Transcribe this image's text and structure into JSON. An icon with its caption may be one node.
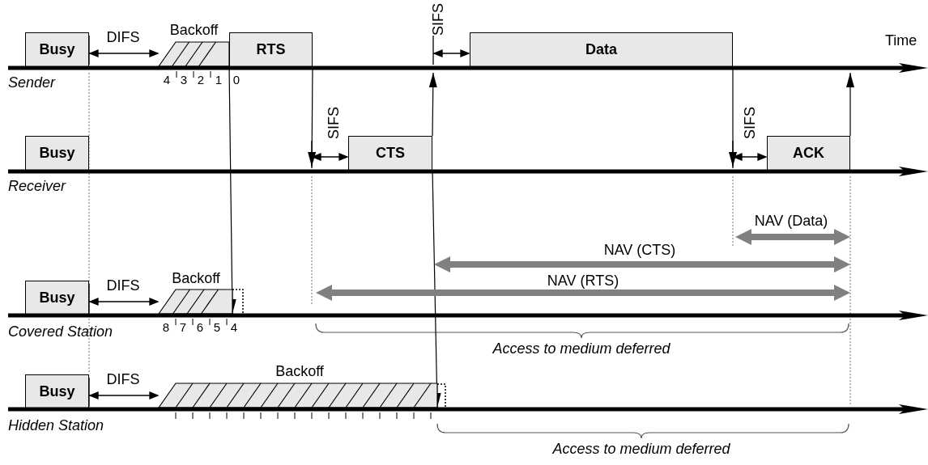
{
  "diagram": {
    "nodes": [
      {
        "text": [
          "Busy"
        ]
      },
      {
        "text": [
          "Backoff"
        ],
        "beside": [
          "4",
          "3",
          "2",
          "1",
          "0"
        ]
      },
      {
        "text": [
          "RTS"
        ]
      },
      {
        "text": [
          "Data"
        ]
      },
      {
        "text": [],
        "shape": "bar",
        "beside": [
          "Sender",
          "Time"
        ]
      },
      {
        "text": [
          "Busy"
        ]
      },
      {
        "text": [
          "CTS"
        ]
      },
      {
        "text": [
          "ACK"
        ]
      },
      {
        "text": [],
        "shape": "bar",
        "beside": [
          "Receiver"
        ]
      },
      {
        "text": [
          "NAV (Data)"
        ]
      },
      {
        "text": [
          "NAV (CTS)"
        ]
      },
      {
        "text": [
          "NAV (RTS)"
        ]
      },
      {
        "text": [
          "Busy"
        ]
      },
      {
        "text": [
          "Backoff"
        ],
        "beside": [
          "8",
          "7",
          "6",
          "5",
          "4"
        ]
      },
      {
        "text": [],
        "shape": "bar",
        "beside": [
          "Covered Station"
        ]
      },
      {
        "text": [
          "Busy"
        ]
      },
      {
        "text": [
          "Backoff"
        ]
      },
      {
        "text": [],
        "shape": "bar",
        "beside": [
          "Hidden Station"
        ]
      }
    ],
    "edges": [
      {
        "from": 2,
        "to": 8,
        "arrow": "to"
      },
      {
        "from": 2,
        "to": 13,
        "arrow": "to"
      },
      {
        "from": 6,
        "to": 4,
        "arrow": "to"
      },
      {
        "from": 6,
        "to": 16,
        "arrow": "to"
      },
      {
        "from": 3,
        "to": 8,
        "arrow": "to"
      },
      {
        "from": 7,
        "to": 4,
        "arrow": "to"
      }
    ],
    "labels": [
      "DIFS",
      "SIFS",
      "SIFS",
      "SIFS",
      "DIFS",
      "Access to medium deferred",
      "DIFS",
      "Access to medium deferred"
    ]
  }
}
